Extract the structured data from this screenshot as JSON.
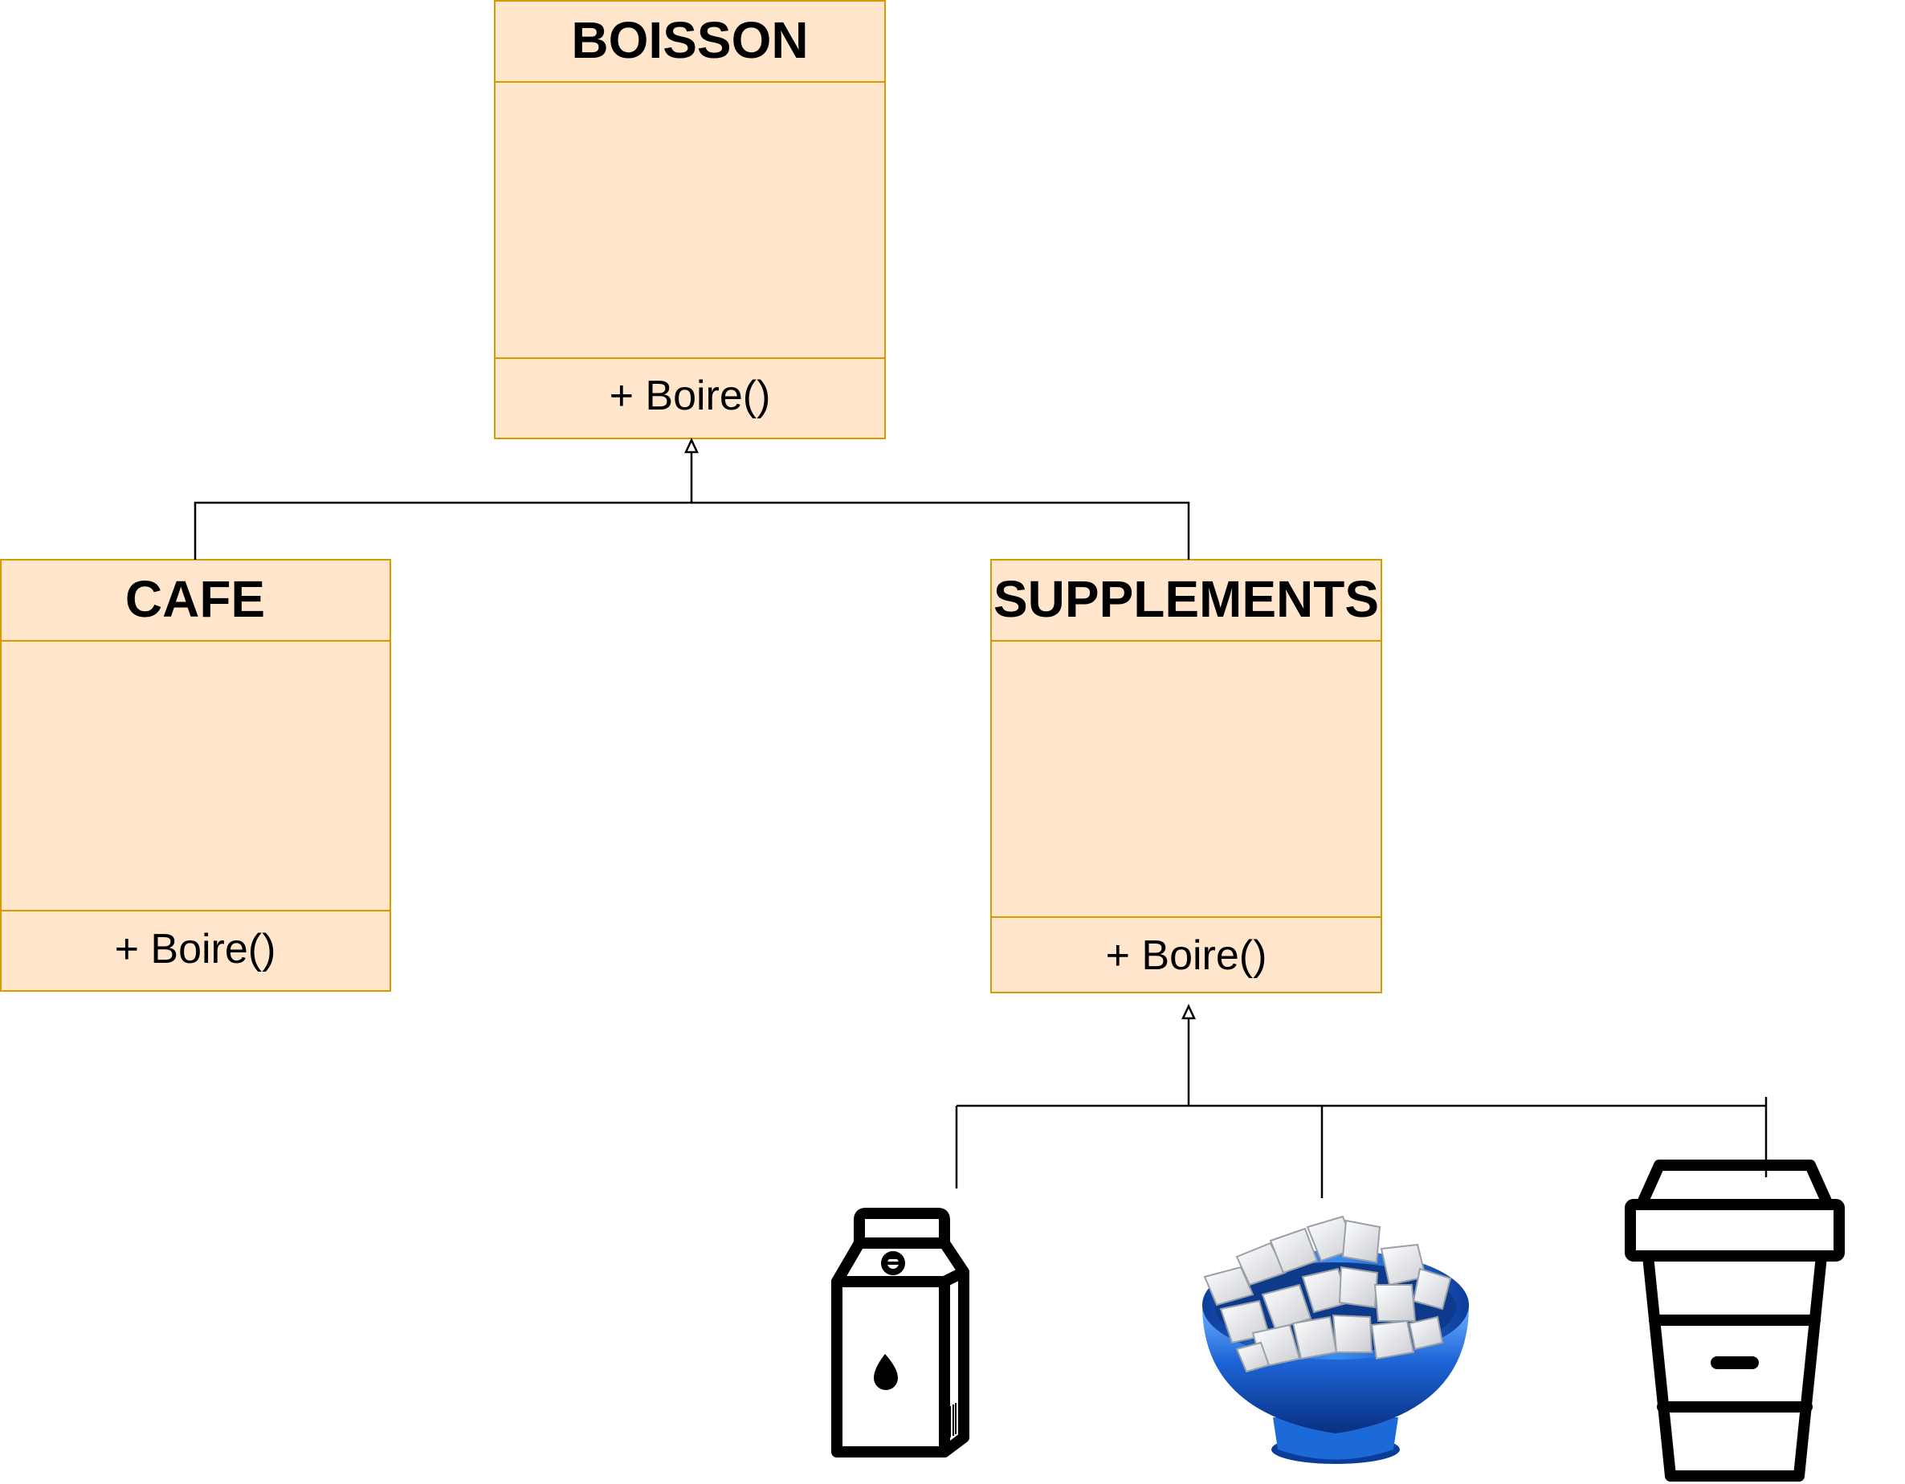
{
  "colors": {
    "class_fill": "#FFE6CC",
    "class_border": "#D79B00",
    "connector": "#000000"
  },
  "classes": {
    "boisson": {
      "name": "BOISSON",
      "method": "+ Boire()"
    },
    "cafe": {
      "name": "CAFE",
      "method": "+ Boire()"
    },
    "supplements": {
      "name": "SUPPLEMENTS",
      "method": "+ Boire()"
    }
  },
  "icons": [
    "milk-carton-icon",
    "sugar-bowl-icon",
    "coffee-cup-icon"
  ]
}
